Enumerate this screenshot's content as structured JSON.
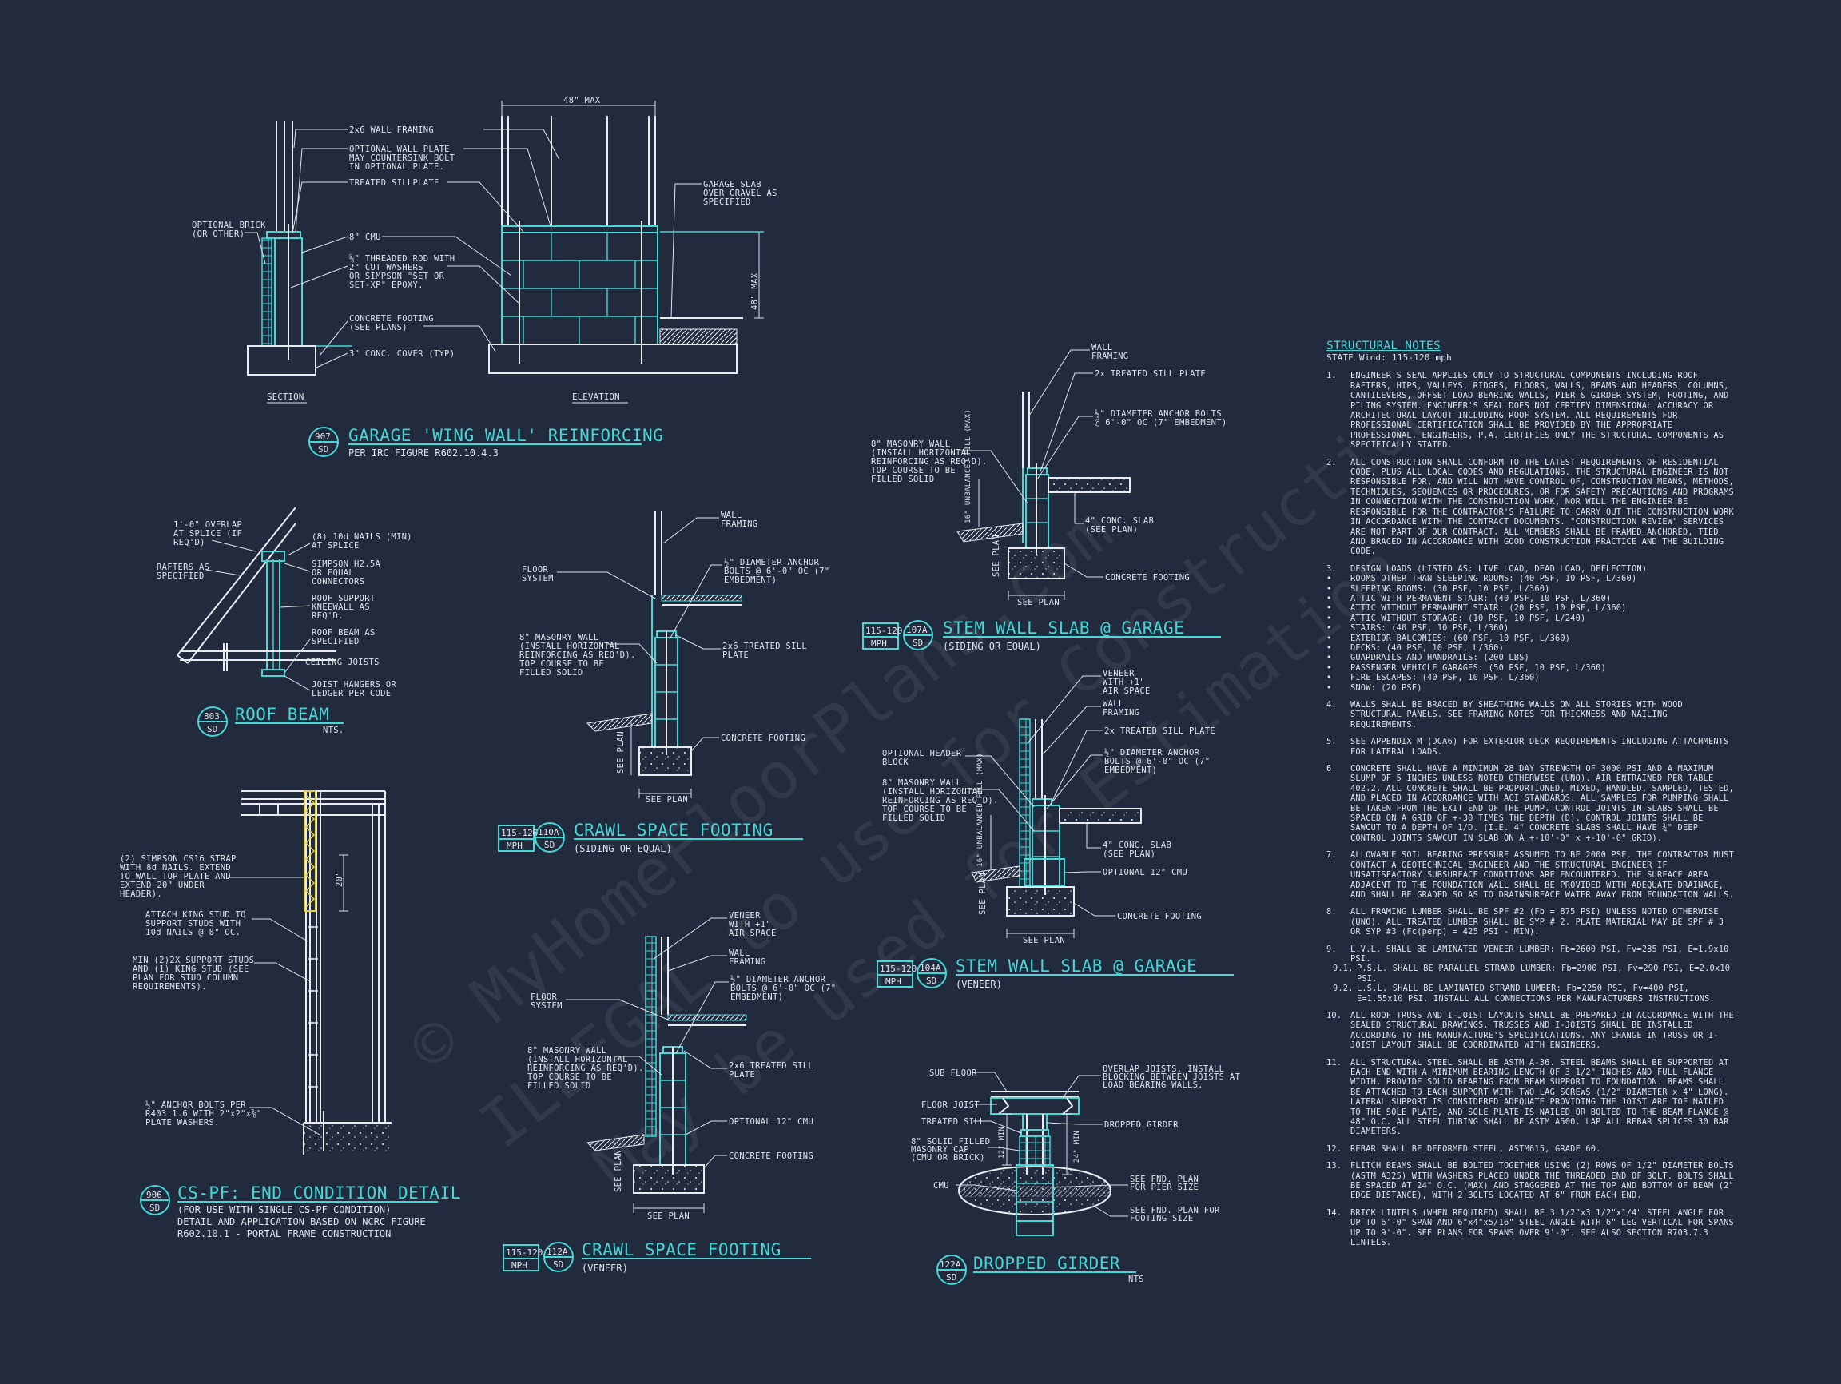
{
  "details": {
    "d907": {
      "num": "907",
      "sheet": "SD",
      "title": "GARAGE 'WING WALL' REINFORCING",
      "subtitle": "PER IRC FIGURE R602.10.4.3",
      "section_label": "SECTION",
      "elevation_label": "ELEVATION",
      "dim_top": "48\" MAX",
      "dim_side": "48\" MAX",
      "labels": [
        "2x6 WALL FRAMING",
        "OPTIONAL WALL PLATE MAY COUNTERSINK BOLT IN OPTIONAL PLATE.",
        "TREATED SILLPLATE",
        "OPTIONAL BRICK (OR OTHER)",
        "8\" CMU",
        "⅝\" THREADED ROD WITH 2\" CUT WASHERS OR SIMPSON \"SET OR SET-XP\" EPOXY.",
        "CONCRETE FOOTING (SEE PLANS)",
        "3\" CONC. COVER (TYP)",
        "GARAGE SLAB OVER GRAVEL AS SPECIFIED"
      ]
    },
    "d303": {
      "num": "303",
      "sheet": "SD",
      "title": "ROOF BEAM",
      "scale": "NTS.",
      "labels": [
        "1'-0\" OVERLAP AT SPLICE (IF REQ'D)",
        "RAFTERS AS SPECIFIED",
        "(8) 10d NAILS (MIN) AT SPLICE",
        "SIMPSON H2.5A OR EQUAL CONNECTORS",
        "ROOF SUPPORT KNEEWALL AS REQ'D.",
        "ROOF BEAM AS SPECIFIED",
        "CEILING JOISTS",
        "JOIST HANGERS OR LEDGER PER CODE"
      ]
    },
    "d906": {
      "num": "906",
      "sheet": "SD",
      "title": "CS-PF: END CONDITION DETAIL",
      "subtitle_lines": [
        "(FOR USE WITH SINGLE CS-PF CONDITION)",
        "DETAIL AND APPLICATION BASED ON NCRC FIGURE",
        "R602.10.1 - PORTAL FRAME CONSTRUCTION"
      ],
      "dim": "20\"",
      "labels": [
        "(2) SIMPSON CS16 STRAP WITH 8d NAILS. EXTEND TO WALL TOP PLATE AND EXTEND 20\" UNDER HEADER).",
        "ATTACH KING STUD TO SUPPORT STUDS WITH 10d NAILS @ 8\" OC.",
        "MIN (2)2X SUPPORT STUDS AND (1) KING STUD (SEE PLAN FOR STUD COLUMN REQUIREMENTS).",
        "½\" ANCHOR BOLTS PER R403.1.6 WITH 2\"x2\"x⅜\" PLATE WASHERS."
      ]
    },
    "d110a": {
      "wind": "115-120",
      "unit": "MPH",
      "num": "110A",
      "sheet": "SD",
      "title": "CRAWL SPACE FOOTING",
      "subtitle": "(SIDING OR EQUAL)",
      "see_plan": "SEE PLAN",
      "labels": [
        "WALL FRAMING",
        "FLOOR SYSTEM",
        "½\" DIAMETER ANCHOR BOLTS @ 6'-0\" OC (7\" EMBEDMENT)",
        "8\" MASONRY WALL (INSTALL HORIZONTAL REINFORCING AS REQ'D). TOP COURSE TO BE FILLED SOLID",
        "2x6 TREATED SILL PLATE",
        "CONCRETE FOOTING"
      ]
    },
    "d112a": {
      "wind": "115-120",
      "unit": "MPH",
      "num": "112A",
      "sheet": "SD",
      "title": "CRAWL SPACE FOOTING",
      "subtitle": "(VENEER)",
      "see_plan": "SEE PLAN",
      "labels": [
        "VENEER WITH +1\" AIR SPACE",
        "WALL FRAMING",
        "½\" DIAMETER ANCHOR BOLTS @ 6'-0\" OC (7\" EMBEDMENT)",
        "FLOOR SYSTEM",
        "8\" MASONRY WALL (INSTALL HORIZONTAL REINFORCING AS REQ'D). TOP COURSE TO BE FILLED SOLID",
        "2x6 TREATED SILL PLATE",
        "OPTIONAL 12\" CMU",
        "CONCRETE FOOTING"
      ]
    },
    "d107a": {
      "wind": "115-120",
      "unit": "MPH",
      "num": "107A",
      "sheet": "SD",
      "title": "STEM WALL SLAB @ GARAGE",
      "subtitle": "(SIDING OR EQUAL)",
      "see_plan": "SEE PLAN",
      "fill": "16\" UNBALANCED FILL (MAX)",
      "labels": [
        "WALL FRAMING",
        "2x TREATED SILL PLATE",
        "½\" DIAMETER ANCHOR BOLTS @ 6'-0\" OC (7\" EMBEDMENT)",
        "8\" MASONRY WALL (INSTALL HORIZONTAL REINFORCING AS REQ'D). TOP COURSE TO BE FILLED SOLID",
        "4\" CONC. SLAB (SEE PLAN)",
        "CONCRETE FOOTING"
      ]
    },
    "d104a": {
      "wind": "115-120",
      "unit": "MPH",
      "num": "104A",
      "sheet": "SD",
      "title": "STEM WALL SLAB @ GARAGE",
      "subtitle": "(VENEER)",
      "see_plan": "SEE PLAN",
      "fill": "16\" UNBALANCED FILL (MAX)",
      "labels": [
        "VENEER WITH +1\" AIR SPACE",
        "WALL FRAMING",
        "2x TREATED SILL PLATE",
        "OPTIONAL HEADER BLOCK",
        "½\" DIAMETER ANCHOR BOLTS @ 6'-0\" OC (7\" EMBEDMENT)",
        "8\" MASONRY WALL (INSTALL HORIZONTAL REINFORCING AS REQ'D). TOP COURSE TO BE FILLED SOLID",
        "4\" CONC. SLAB (SEE PLAN)",
        "OPTIONAL 12\" CMU",
        "CONCRETE FOOTING"
      ]
    },
    "d122a": {
      "num": "122A",
      "sheet": "SD",
      "title": "DROPPED GIRDER",
      "scale": "NTS",
      "dim1": "12\" MIN",
      "dim2": "24\" MIN",
      "labels": [
        "SUB FLOOR",
        "OVERLAP JOISTS. INSTALL BLOCKING BETWEEN JOISTS AT LOAD BEARING WALLS.",
        "FLOOR JOIST",
        "TREATED SILL",
        "DROPPED GIRDER",
        "8\" SOLID FILLED MASONRY CAP (CMU OR BRICK)",
        "CMU",
        "SEE FND. PLAN FOR PIER SIZE",
        "SEE FND. PLAN FOR FOOTING SIZE"
      ]
    }
  },
  "notes": {
    "heading": "STRUCTURAL NOTES",
    "state": "STATE Wind: 115-120 mph",
    "items": [
      {
        "n": "1.",
        "t": "ENGINEER'S SEAL APPLIES ONLY TO STRUCTURAL COMPONENTS INCLUDING ROOF RAFTERS, HIPS, VALLEYS, RIDGES, FLOORS, WALLS, BEAMS AND HEADERS, COLUMNS, CANTILEVERS, OFFSET LOAD BEARING WALLS, PIER & GIRDER SYSTEM, FOOTING, AND PILING SYSTEM. ENGINEER'S SEAL DOES NOT CERTIFY DIMENSIONAL ACCURACY OR ARCHITECTURAL LAYOUT INCLUDING ROOF SYSTEM. ALL REQUIREMENTS FOR PROFESSIONAL CERTIFICATION SHALL BE PROVIDED BY THE APPROPRIATE PROFESSIONAL. ENGINEERS, P.A. CERTIFIES ONLY THE STRUCTURAL COMPONENTS AS SPECIFICALLY STATED."
      },
      {
        "n": "2.",
        "t": "ALL CONSTRUCTION SHALL CONFORM TO THE LATEST REQUIREMENTS OF RESIDENTIAL CODE, PLUS ALL LOCAL CODES AND REGULATIONS. THE STRUCTURAL ENGINEER IS NOT RESPONSIBLE FOR, AND WILL NOT HAVE CONTROL OF, CONSTRUCTION MEANS, METHODS, TECHNIQUES, SEQUENCES OR PROCEDURES, OR FOR SAFETY PRECAUTIONS AND PROGRAMS IN CONNECTION WITH THE CONSTRUCTION WORK, NOR WILL THE ENGINEER BE RESPONSIBLE FOR THE CONTRACTOR'S FAILURE TO CARRY OUT THE CONSTRUCTION WORK IN ACCORDANCE WITH THE CONTRACT DOCUMENTS. \"CONSTRUCTION REVIEW\" SERVICES ARE NOT PART OF OUR CONTRACT. ALL MEMBERS SHALL BE FRAMED ANCHORED, TIED AND BRACED IN ACCORDANCE WITH GOOD CONSTRUCTION PRACTICE AND THE BUILDING CODE."
      },
      {
        "n": "3.",
        "t": "DESIGN LOADS (LISTED AS: LIVE LOAD, DEAD LOAD, DEFLECTION)",
        "bullets": [
          "ROOMS OTHER THAN SLEEPING ROOMS: (40 PSF, 10 PSF, L/360)",
          "SLEEPING ROOMS: (30 PSF, 10 PSF, L/360)",
          "ATTIC WITH PERMANENT STAIR: (40 PSF, 10 PSF, L/360)",
          "ATTIC WITHOUT PERMANENT STAIR: (20 PSF, 10 PSF, L/360)",
          "ATTIC WITHOUT STORAGE: (10 PSF, 10 PSF, L/240)",
          "STAIRS: (40 PSF, 10 PSF, L/360)",
          "EXTERIOR BALCONIES: (60 PSF, 10 PSF, L/360)",
          "DECKS: (40 PSF, 10 PSF, L/360)",
          "GUARDRAILS AND HANDRAILS: (200 LBS)",
          "PASSENGER VEHICLE GARAGES: (50 PSF, 10 PSF, L/360)",
          "FIRE ESCAPES: (40 PSF, 10 PSF, L/360)",
          "SNOW: (20 PSF)"
        ]
      },
      {
        "n": "4.",
        "t": "WALLS SHALL BE BRACED BY SHEATHING WALLS ON ALL STORIES WITH WOOD STRUCTURAL PANELS. SEE FRAMING NOTES FOR THICKNESS AND NAILING REQUIREMENTS."
      },
      {
        "n": "5.",
        "t": "SEE APPENDIX M (DCA6) FOR EXTERIOR DECK REQUIREMENTS INCLUDING ATTACHMENTS FOR LATERAL LOADS."
      },
      {
        "n": "6.",
        "t": "CONCRETE SHALL HAVE A MINIMUM 28 DAY STRENGTH OF 3000 PSI AND A MAXIMUM SLUMP OF 5 INCHES UNLESS NOTED OTHERWISE (UNO). AIR ENTRAINED PER TABLE 402.2. ALL CONCRETE SHALL BE PROPORTIONED, MIXED, HANDLED, SAMPLED, TESTED, AND PLACED IN ACCORDANCE WITH ACI STANDARDS. ALL SAMPLES FOR PUMPING SHALL BE TAKEN FROM THE EXIT END OF THE PUMP. CONTROL JOINTS IN SLABS SHALL BE SPACED ON A GRID OF +-30 TIMES THE DEPTH (D). CONTROL JOINTS SHALL BE SAWCUT TO A DEPTH OF 1/D. (I.E. 4\" CONCRETE SLABS SHALL HAVE ¾\" DEEP CONTROL JOINTS SAWCUT IN SLAB ON A +-10'-0\" x +-10'-0\" GRID)."
      },
      {
        "n": "7.",
        "t": "ALLOWABLE SOIL BEARING PRESSURE ASSUMED TO BE 2000 PSF. THE CONTRACTOR MUST CONTACT A GEOTECHNICAL ENGINEER AND THE STRUCTURAL ENGINEER IF UNSATISFACTORY SUBSURFACE CONDITIONS ARE ENCOUNTERED. THE SURFACE AREA ADJACENT TO THE FOUNDATION WALL SHALL BE PROVIDED WITH ADEQUATE DRAINAGE, AND SHALL BE GRADED SO AS TO DRAINSURFACE WATER AWAY FROM FOUNDATION WALLS."
      },
      {
        "n": "8.",
        "t": "ALL FRAMING LUMBER SHALL BE SPF #2 (Fb = 875 PSI) UNLESS NOTED OTHERWISE (UNO). ALL TREATED LUMBER SHALL BE SYP # 2. PLATE MATERIAL MAY BE SPF # 3 OR SYP #3 (Fc(perp) = 425 PSI - MIN)."
      },
      {
        "n": "9.",
        "t": "L.V.L. SHALL BE LAMINATED VENEER LUMBER: Fb=2600 PSI, Fv=285 PSI, E=1.9x10 PSI.",
        "subs": [
          {
            "n": "9.1.",
            "t": "P.S.L. SHALL BE PARALLEL STRAND LUMBER: Fb=2900 PSI, Fv=290 PSI, E=2.0x10 PSI."
          },
          {
            "n": "9.2.",
            "t": "L.S.L. SHALL BE LAMINATED STRAND LUMBER: Fb=2250 PSI, Fv=400 PSI, E=1.55x10 PSI. INSTALL ALL CONNECTIONS PER MANUFACTURERS INSTRUCTIONS."
          }
        ]
      },
      {
        "n": "10.",
        "t": "ALL ROOF TRUSS AND I-JOIST LAYOUTS SHALL BE PREPARED IN ACCORDANCE WITH THE SEALED STRUCTURAL DRAWINGS. TRUSSES AND I-JOISTS SHALL BE INSTALLED ACCORDING TO THE MANUFACTURE'S SPECIFICATIONS. ANY CHANGE IN TRUSS OR I-JOIST LAYOUT SHALL BE COORDINATED WITH ENGINEERS."
      },
      {
        "n": "11.",
        "t": "ALL STRUCTURAL STEEL SHALL BE ASTM A-36. STEEL BEAMS SHALL BE SUPPORTED AT EACH END WITH A MINIMUM BEARING LENGTH OF 3 1/2\" INCHES AND FULL FLANGE WIDTH. PROVIDE SOLID BEARING FROM BEAM SUPPORT TO FOUNDATION. BEAMS SHALL BE ATTACHED TO EACH SUPPORT WITH TWO LAG SCREWS (1/2\" DIAMETER x 4\" LONG). LATERAL SUPPORT IS CONSIDERED ADEQUATE PROVIDING THE JOIST ARE TOE NAILED TO THE SOLE PLATE, AND SOLE PLATE IS NAILED OR BOLTED TO THE BEAM FLANGE @ 48\" O.C. ALL STEEL TUBING SHALL BE ASTM A500. LAP ALL REBAR SPLICES 30 BAR DIAMETERS."
      },
      {
        "n": "12.",
        "t": "REBAR SHALL BE DEFORMED STEEL, ASTM615, GRADE 60."
      },
      {
        "n": "13.",
        "t": "FLITCH BEAMS SHALL BE BOLTED TOGETHER USING (2) ROWS OF 1/2\" DIAMETER BOLTS (ASTM A325) WITH WASHERS PLACED UNDER THE THREADED END OF BOLT. BOLTS SHALL BE SPACED AT 24\" O.C. (MAX) AND STAGGERED AT THE TOP AND BOTTOM OF BEAM (2\" EDGE DISTANCE), WITH 2 BOLTS LOCATED AT 6\" FROM EACH END."
      },
      {
        "n": "14.",
        "t": "BRICK LINTELS (WHEN REQUIRED) SHALL BE 3 1/2\"x3 1/2\"x1/4\" STEEL ANGLE FOR UP TO 6'-0\" SPAN AND 6\"x4\"x5/16\" STEEL ANGLE WITH 6\" LEG VERTICAL FOR SPANS UP TO 9'-0\". SEE PLANS FOR SPANS OVER 9'-0\". SEE ALSO SECTION R703.7.3 LINTELS."
      }
    ]
  },
  "watermark": {
    "line1": "© MyHomeFloorPlans.com",
    "line2": "ILLEGAL to use for Construction",
    "line3": "May be used for Estimation"
  },
  "colors": {
    "background": "#222a3d",
    "linework": "#45d6d6",
    "text": "#dfe4ea",
    "highlight": "#e6d23a"
  }
}
